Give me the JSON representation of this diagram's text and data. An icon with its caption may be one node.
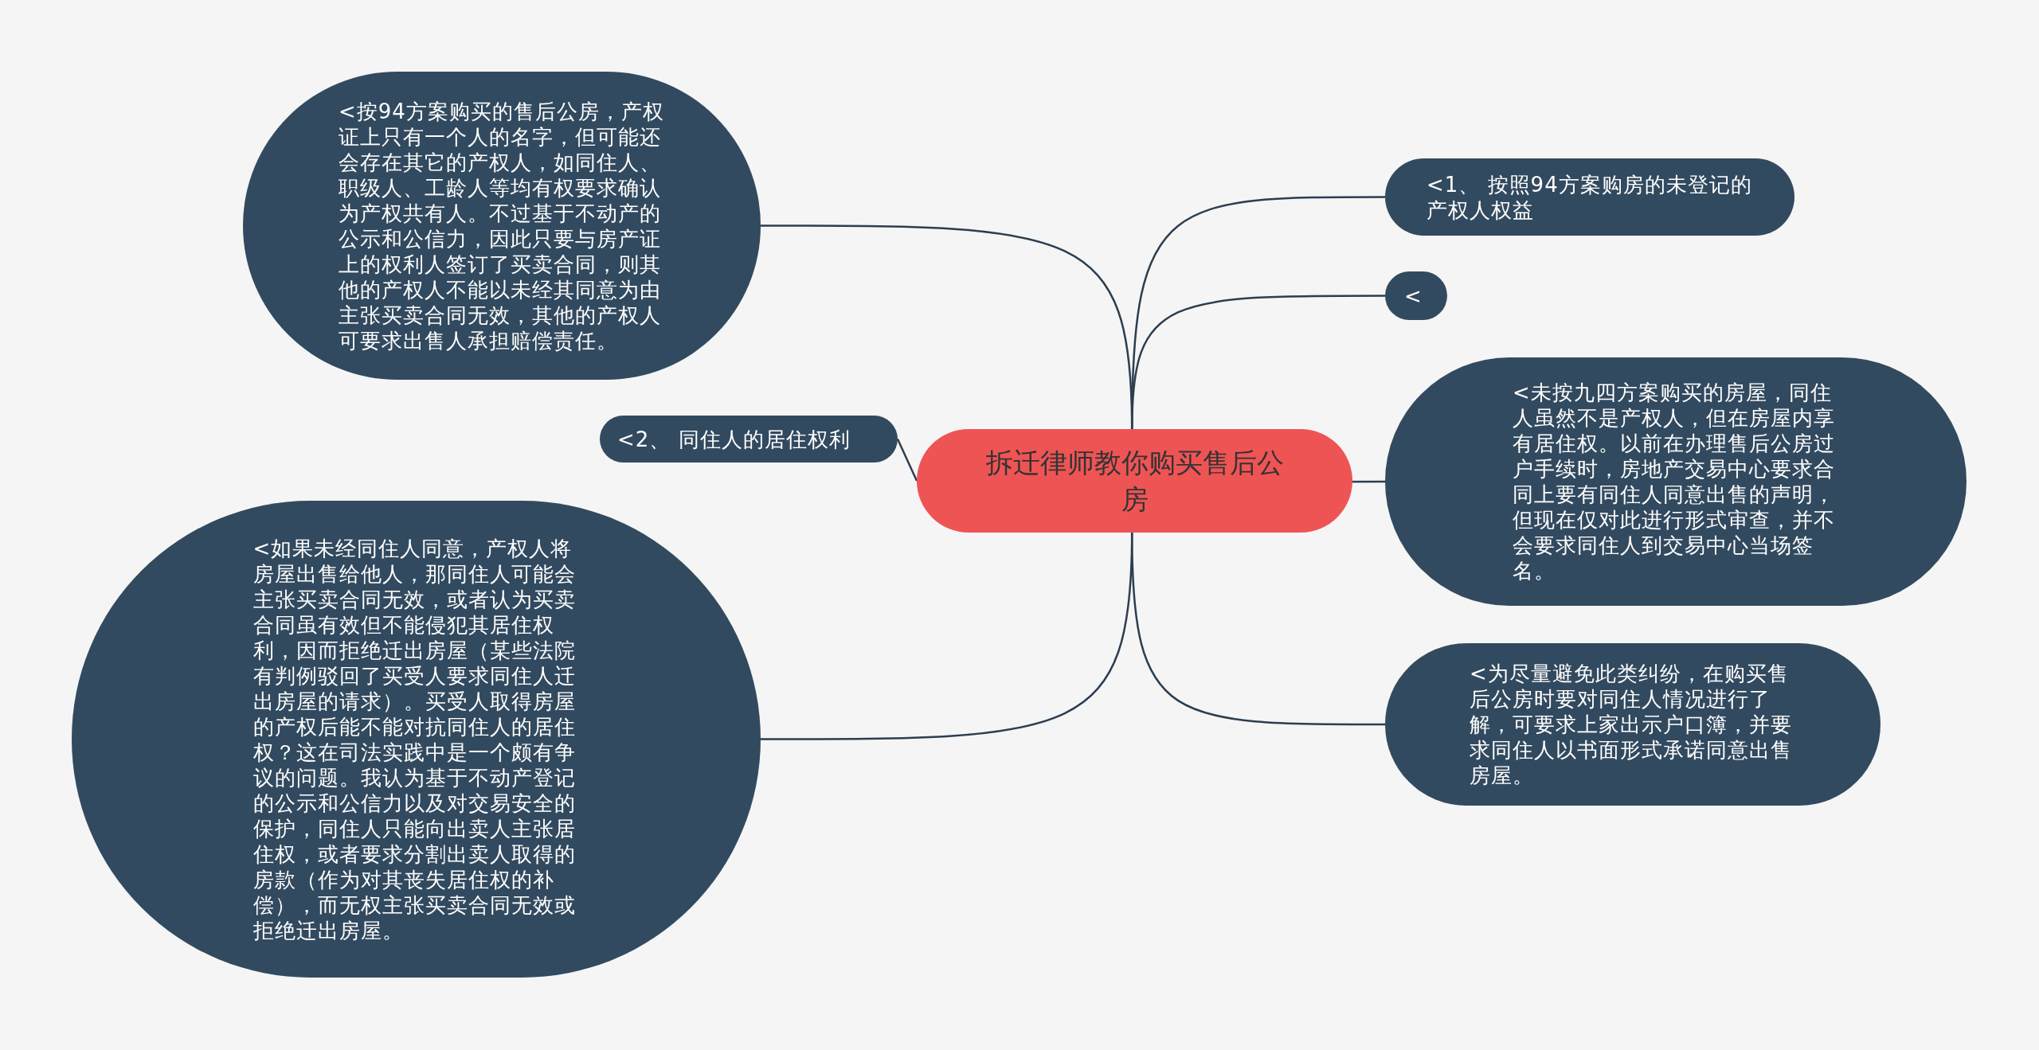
{
  "diagram": {
    "nodes": [
      {
        "text": [
          "拆迁律师教你购买售后公房"
        ]
      },
      {
        "text": [
          "<按94方案购买的售后公房，产权证上只有一个人的名字，但可能还会存在其它的产权人，如同住人、职级人、工龄人等均有权要求确认为产权共有人。不过基于不动产的公示和公信力，因此只要与房产证上的权利人签订了买卖合同，则其他的产权人不能以未经其同意为由主张买卖合同无效，其他的产权人可要求出售人承担赔偿责任。"
        ]
      },
      {
        "text": [
          "<2、 同住人的居住权利"
        ]
      },
      {
        "text": [
          "<如果未经同住人同意，产权人将房屋出售给他人，那同住人可能会主张买卖合同无效，或者认为买卖合同虽有效但不能侵犯其居住权利，因而拒绝迁出房屋（某些法院有判例驳回了买受人要求同住人迁出房屋的请求）。买受人取得房屋的产权后能不能对抗同住人的居住权？这在司法实践中是一个颇有争议的问题。我认为基于不动产登记的公示和公信力以及对交易安全的保护，同住人只能向出卖人主张居住权，或者要求分割出卖人取得的房款（作为对其丧失居住权的补偿），而无权主张买卖合同无效或拒绝迁出房屋。"
        ]
      },
      {
        "text": [
          "<1、 按照94方案购房的未登记的产权人权益"
        ]
      },
      {
        "text": [
          "<"
        ]
      },
      {
        "text": [
          "<未按九四方案购买的房屋，同住人虽然不是产权人，但在房屋内享有居住权。以前在办理售后公房过户手续时，房地产交易中心要求合同上要有同住人同意出售的声明，但现在仅对此进行形式审查，并不会要求同住人到交易中心当场签名。"
        ]
      },
      {
        "text": [
          "<为尽量避免此类纠纷，在购买售后公房时要对同住人情况进行了解，可要求上家出示户口簿，并要求同住人以书面形式承诺同意出售房屋。"
        ]
      }
    ],
    "edges": [
      {
        "from": 0,
        "to": 1,
        "arrow": "none"
      },
      {
        "from": 0,
        "to": 2,
        "arrow": "none"
      },
      {
        "from": 0,
        "to": 3,
        "arrow": "none"
      },
      {
        "from": 0,
        "to": 4,
        "arrow": "none"
      },
      {
        "from": 0,
        "to": 5,
        "arrow": "none"
      },
      {
        "from": 0,
        "to": 6,
        "arrow": "none"
      },
      {
        "from": 0,
        "to": 7,
        "arrow": "none"
      }
    ]
  }
}
